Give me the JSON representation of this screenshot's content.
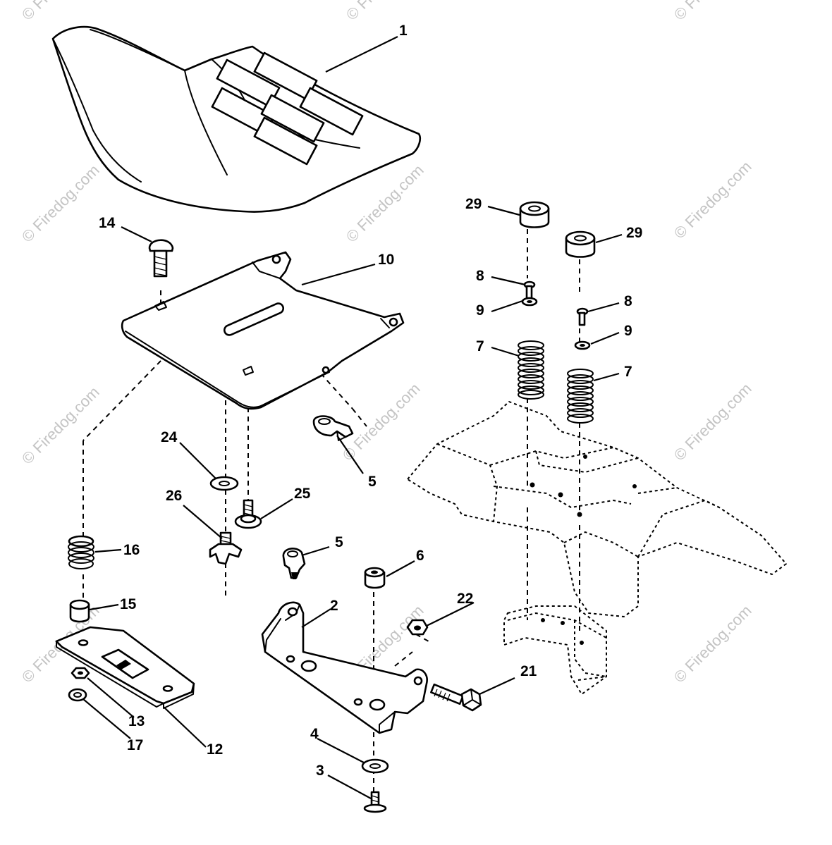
{
  "watermark": "© Firedog.com",
  "callouts": {
    "c1": "1",
    "c2": "2",
    "c3": "3",
    "c4": "4",
    "c5a": "5",
    "c5b": "5",
    "c6": "6",
    "c7a": "7",
    "c7b": "7",
    "c8a": "8",
    "c8b": "8",
    "c9a": "9",
    "c9b": "9",
    "c10": "10",
    "c12": "12",
    "c13": "13",
    "c14": "14",
    "c15": "15",
    "c16": "16",
    "c17": "17",
    "c21": "21",
    "c22": "22",
    "c24": "24",
    "c25": "25",
    "c26": "26",
    "c29a": "29",
    "c29b": "29"
  }
}
